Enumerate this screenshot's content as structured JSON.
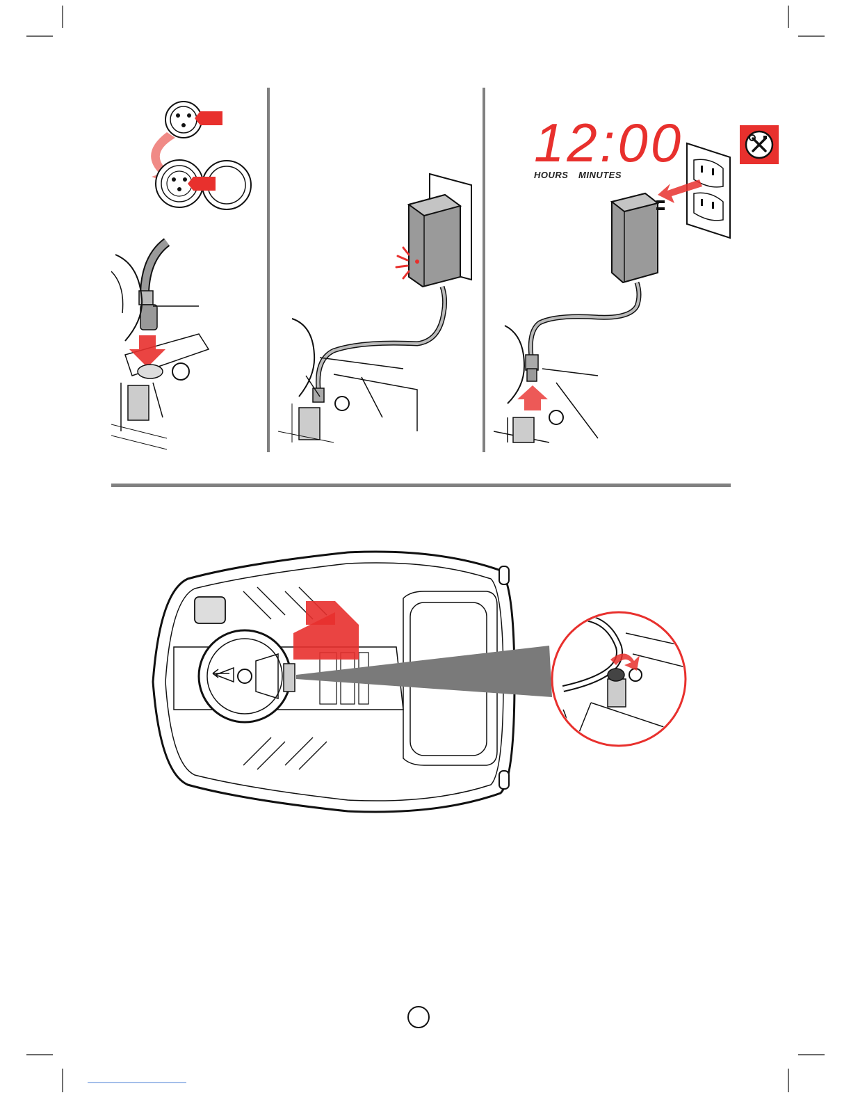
{
  "clock": {
    "time": "12:00",
    "hours_label": "HOURS",
    "minutes_label": "MINUTES",
    "digit_color": "#e8302d"
  },
  "icons": {
    "tools_badge": "wrench-screwdriver-icon",
    "outlet": "wall-outlet-icon",
    "charger": "charger-adapter-icon",
    "connector": "three-pin-connector-icon"
  },
  "colors": {
    "accent": "#e8302d",
    "divider": "#808080",
    "line": "#1a1a1a"
  }
}
